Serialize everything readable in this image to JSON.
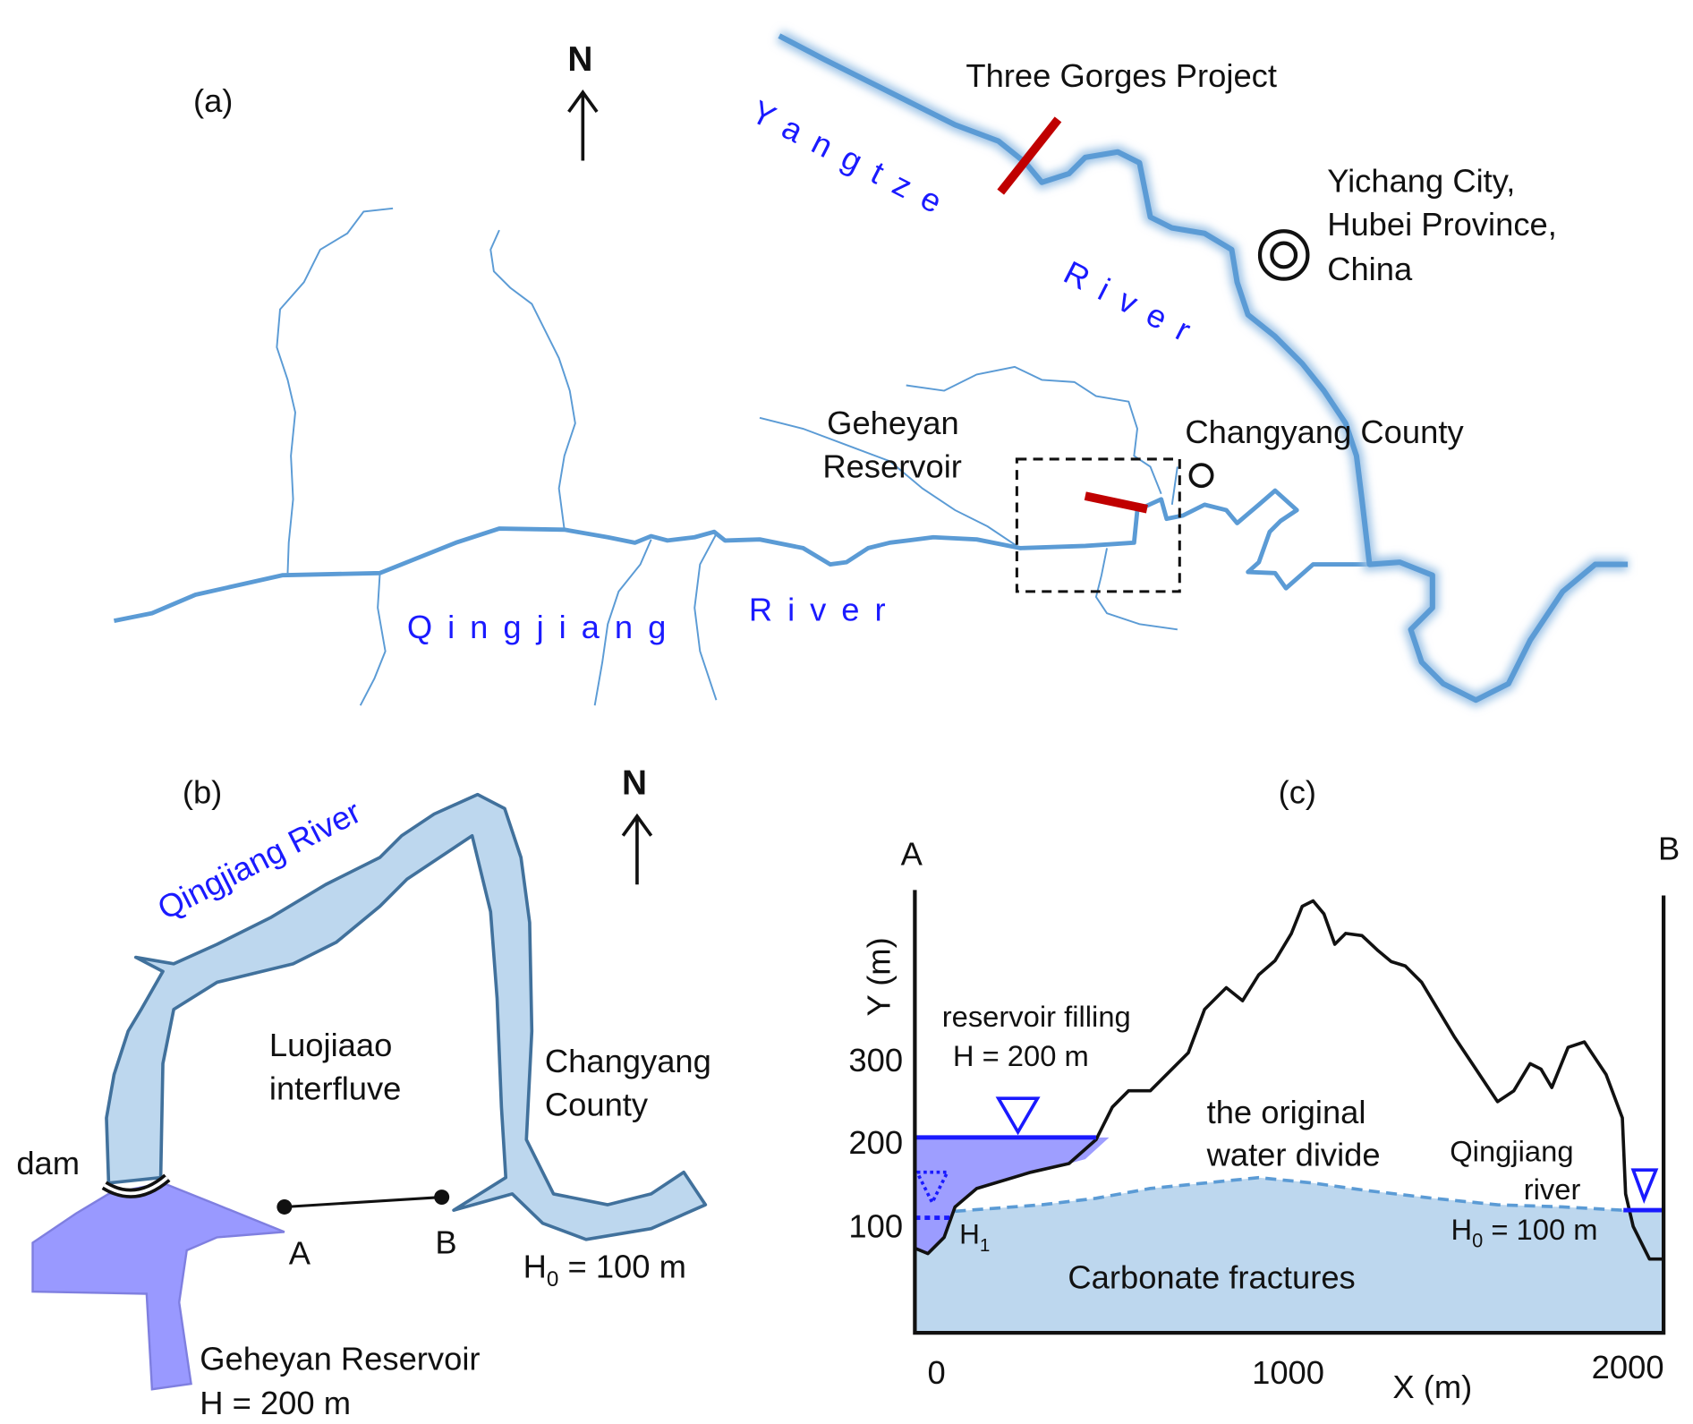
{
  "panel_a": {
    "label": "(a)",
    "north": "N",
    "yangtze_label": "Yangtze River",
    "yangtze_word1": "Yangtze",
    "yangtze_word2": "River",
    "three_gorges": "Three Gorges Project",
    "yichang_line1": "Yichang City,",
    "yichang_line2": "Hubei Province,",
    "yichang_line3": "China",
    "geheyan_line1": "Geheyan",
    "geheyan_line2": "Reservoir",
    "changyang": "Changyang County",
    "qingjiang_word1": "Qingjiang",
    "qingjiang_word2": "River"
  },
  "panel_b": {
    "label": "(b)",
    "north": "N",
    "river": "Qingjiang River",
    "interfluve_line1": "Luojiaao",
    "interfluve_line2": "interfluve",
    "county_line1": "Changyang",
    "county_line2": "County",
    "dam": "dam",
    "point_a": "A",
    "point_b": "B",
    "h0_main": "H",
    "h0_sub": "0",
    "h0_rest": " = 100 m",
    "reservoir_line1": "Geheyan Reservoir",
    "reservoir_line2": "H = 200 m"
  },
  "panel_c": {
    "label": "(c)",
    "point_a": "A",
    "point_b": "B",
    "ylabel": "Y (m)",
    "xlabel": "X (m)",
    "yticks": [
      "300",
      "200",
      "100"
    ],
    "xticks": [
      "0",
      "1000",
      "2000"
    ],
    "reservoir_line1": "reservoir filling",
    "reservoir_line2": "H = 200 m",
    "divide_line1": "the original",
    "divide_line2": "water divide",
    "river_line1": "Qingjiang",
    "river_line2": "river",
    "h0_main": "H",
    "h0_sub": "0",
    "h0_rest": " = 100 m",
    "h1_main": "H",
    "h1_sub": "1",
    "rock": "Carbonate fractures"
  },
  "colors": {
    "river": "#5b9bd5",
    "label_blue": "#1a1aff",
    "reservoir": "#9999ff",
    "aquifer": "#bdd7ee",
    "dam_bar": "#c00000"
  }
}
